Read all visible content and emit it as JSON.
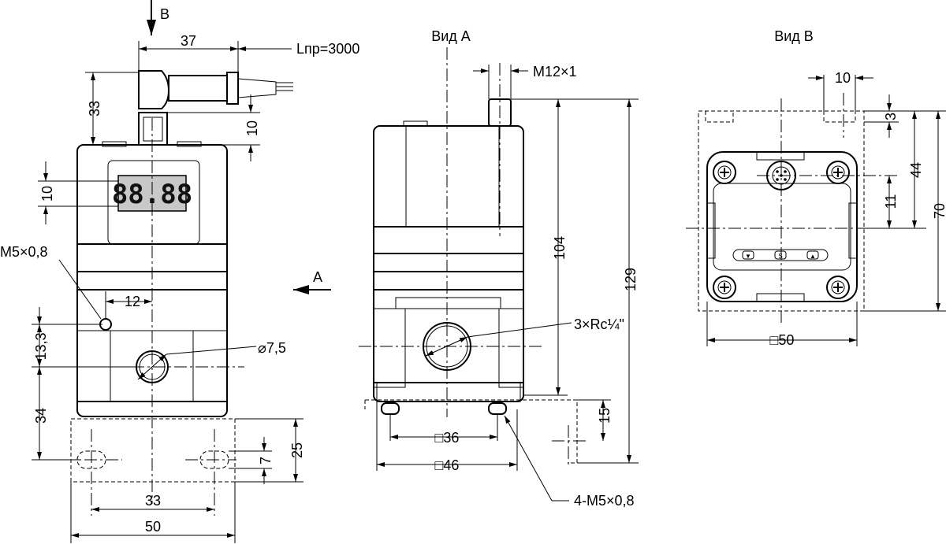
{
  "front": {
    "arrow_b": "B",
    "arrow_a": "A",
    "display": "88.88",
    "dims": {
      "cable_offset": "37",
      "cable_length": "Lпр=3000",
      "connector_height": "33",
      "connector_gap": "10",
      "display_height": "10",
      "thread_m5": "M5×0,8",
      "offset_12": "12",
      "height_13_3": "13,3",
      "port_diameter": "⌀7,5",
      "height_34": "34",
      "base_25": "25",
      "slot_7": "7",
      "hole_spacing": "33",
      "width_50": "50"
    }
  },
  "view_a": {
    "title": "Вид A",
    "dims": {
      "thread_m12": "M12×1",
      "height_104": "104",
      "height_129": "129",
      "ports": "3×Rc¼\"",
      "square_36": "□36",
      "square_46": "□46",
      "height_15": "15",
      "mount_threads": "4-M5×0,8"
    }
  },
  "view_b": {
    "title": "Вид B",
    "dims": {
      "width_10": "10",
      "offset_3": "3",
      "height_44": "44",
      "height_11": "11",
      "height_70": "70",
      "square_50": "□50"
    },
    "buttons": [
      "▼",
      "S",
      "▲"
    ]
  }
}
